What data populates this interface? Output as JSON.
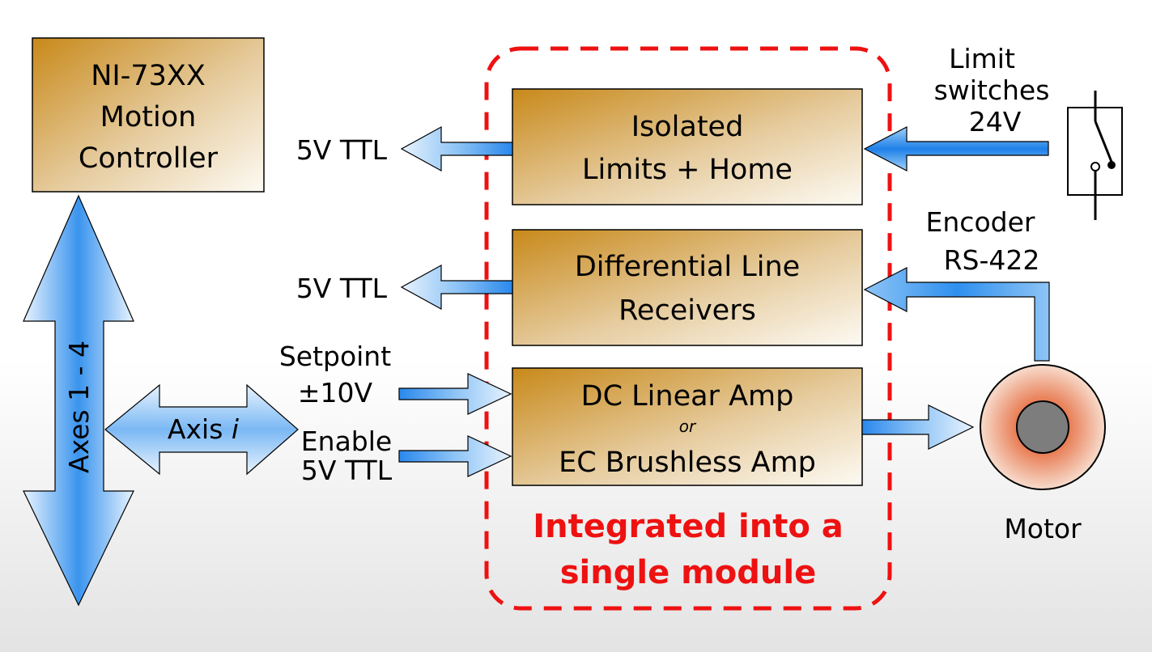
{
  "blocks": {
    "controller": [
      "NI-73XX",
      "Motion",
      "Controller"
    ],
    "isolated": [
      "Isolated",
      "Limits + Home"
    ],
    "receivers": [
      "Differential Line",
      "Receivers"
    ],
    "amp": {
      "line1": "DC Linear Amp",
      "or": "or",
      "line2": "EC Brushless Amp"
    }
  },
  "signals": {
    "ttl_out_1": "5V TTL",
    "ttl_out_2": "5V TTL",
    "setpoint": [
      "Setpoint",
      "±10V"
    ],
    "enable": [
      "Enable",
      "5V TTL"
    ],
    "limit_switches": [
      "Limit",
      "switches",
      "24V"
    ],
    "encoder": [
      "Encoder",
      "RS-422"
    ]
  },
  "axes": {
    "bus": "Axes 1 - 4",
    "axis_prefix": "Axis ",
    "axis_var": "i"
  },
  "module_caption": [
    "Integrated into a",
    "single module"
  ],
  "motor_label": "Motor",
  "colors": {
    "module_border": "#ee1111",
    "arrow_blue": "#2e90ee",
    "block_gold": "#c8891a"
  }
}
